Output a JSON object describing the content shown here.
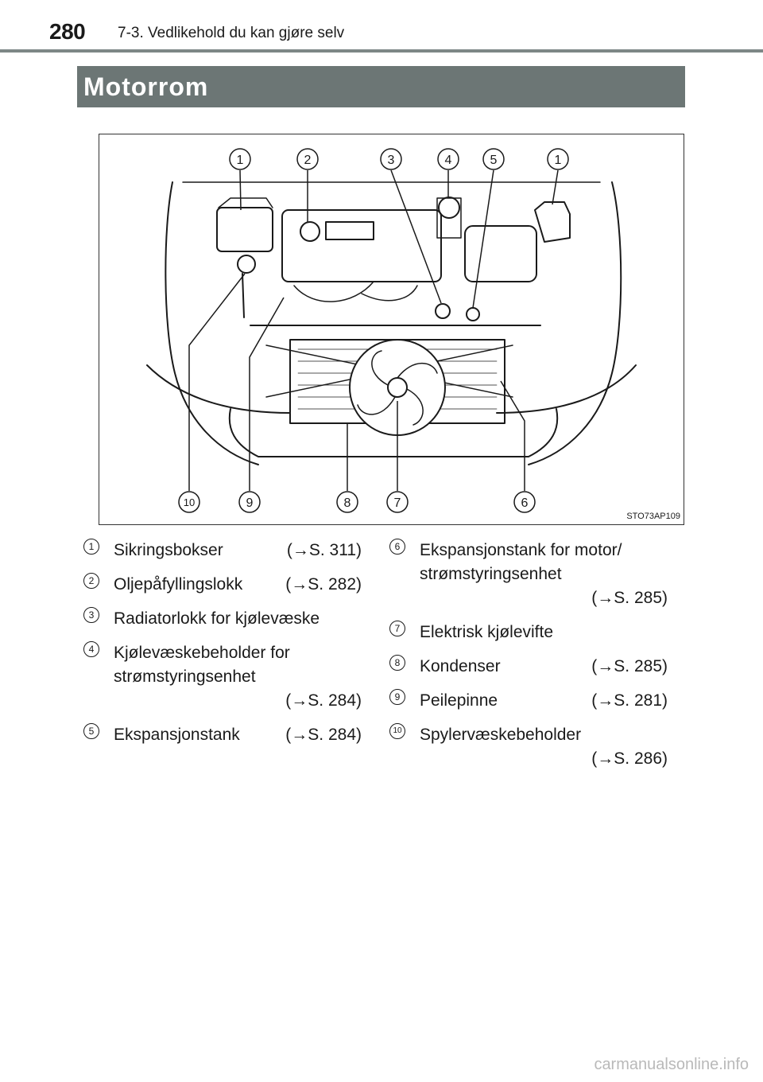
{
  "header": {
    "page_number": "280",
    "section": "7-3. Vedlikehold du kan gjøre selv"
  },
  "title": "Motorrom",
  "figure": {
    "code": "STO73AP109",
    "callouts_top": [
      "1",
      "2",
      "3",
      "4",
      "5",
      "1"
    ],
    "callouts_bottom": [
      "10",
      "9",
      "8",
      "7",
      "6"
    ]
  },
  "legend_left": [
    {
      "num": "1",
      "text": "Sikringsbokser",
      "ref": "(→S. 311)"
    },
    {
      "num": "2",
      "text": "Oljepåfyllingslokk",
      "ref": "(→S. 282)"
    },
    {
      "num": "3",
      "text": "Radiatorlokk for kjølevæske",
      "ref": ""
    },
    {
      "num": "4",
      "text": "Kjølevæskebeholder for",
      "text2": "strømstyringsenhet",
      "ref": "(→S. 284)"
    },
    {
      "num": "5",
      "text": "Ekspansjonstank",
      "ref": "(→S. 284)"
    }
  ],
  "legend_right": [
    {
      "num": "6",
      "text": "Ekspansjonstank for motor/",
      "text2": "strømstyringsenhet",
      "ref": "(→S. 285)"
    },
    {
      "num": "7",
      "text": "Elektrisk kjølevifte",
      "ref": ""
    },
    {
      "num": "8",
      "text": "Kondenser",
      "ref": "(→S. 285)"
    },
    {
      "num": "9",
      "text": "Peilepinne",
      "ref": "(→S. 281)"
    },
    {
      "num": "10",
      "text": "Spylervæskebeholder",
      "ref": "(→S. 286)"
    }
  ],
  "watermark": "carmanualsonline.info"
}
